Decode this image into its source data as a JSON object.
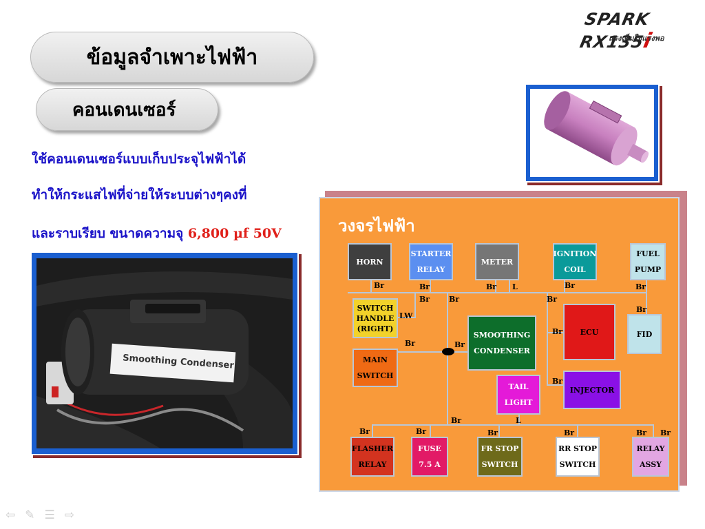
{
  "title": "ข้อมูลจำเพาะไฟฟ้า",
  "subtitle": "คอนเดนเซอร์",
  "body": {
    "line1": "ใช้คอนเดนเซอร์แบบเก็บประจุไฟฟ้าได้",
    "line2": "ทำให้กระแสไฟที่จ่ายให้ระบบต่างๆคงที่",
    "line3_prefix": "และราบเรียบ  ขนาดความจุ ",
    "line3_value": "6,800 µf  50V"
  },
  "logo": {
    "brand": "SPARK",
    "model": "RX135",
    "suffix": "i",
    "tagline": "แรงเต็มใจแรงพอ"
  },
  "photo_label": "Smoothing Condenser",
  "diagram": {
    "title": "วงจรไฟฟ้า",
    "nodes": {
      "horn": [
        "HORN"
      ],
      "starter_relay": [
        "STARTER",
        "RELAY"
      ],
      "meter": [
        "METER"
      ],
      "ignition_coil": [
        "IGNITION",
        "COIL"
      ],
      "fuel_pump": [
        "FUEL",
        "PUMP"
      ],
      "switch_handle": [
        "SWITCH",
        "HANDLE",
        "(RIGHT)"
      ],
      "smoothing_condenser": [
        "SMOOTHING",
        "CONDENSER"
      ],
      "ecu": [
        "ECU"
      ],
      "fid": [
        "FID"
      ],
      "main_switch": [
        "MAIN",
        "SWITCH"
      ],
      "tail_light": [
        "TAIL",
        "LIGHT"
      ],
      "injector": [
        "INJECTOR"
      ],
      "flasher_relay": [
        "FLASHER",
        "RELAY"
      ],
      "fuse": [
        "FUSE",
        "7.5 A"
      ],
      "fr_stop_switch": [
        "FR STOP",
        "SWITCH"
      ],
      "rr_stop_switch": [
        "RR STOP",
        "SWITCH"
      ],
      "relay_assy": [
        "RELAY",
        "ASSY"
      ]
    },
    "wire_labels": {
      "br": "Br",
      "l": "L",
      "lw": "LW"
    },
    "colors": {
      "background": "#f99a3a",
      "horn": "#3f3f3f",
      "starter_relay": "#5b8ff0",
      "meter": "#767676",
      "ignition_coil": "#0a9a9a",
      "fuel_pump": "#bfe3ea",
      "switch_handle": "#f2d22a",
      "smoothing_condenser": "#0d6e2b",
      "ecu": "#e01818",
      "fid": "#bfe3ea",
      "main_switch": "#ef6a14",
      "tail_light": "#e41ad8",
      "injector": "#8a10e6",
      "flasher_relay": "#d3331f",
      "fuse": "#e21a66",
      "fr_stop_switch": "#6e6a1a",
      "rr_stop_switch": "#ffffff",
      "relay_assy": "#e2a6e2"
    }
  },
  "nav": {
    "prev": "⇦",
    "pen": "✎",
    "menu": "☰",
    "next": "⇨"
  }
}
